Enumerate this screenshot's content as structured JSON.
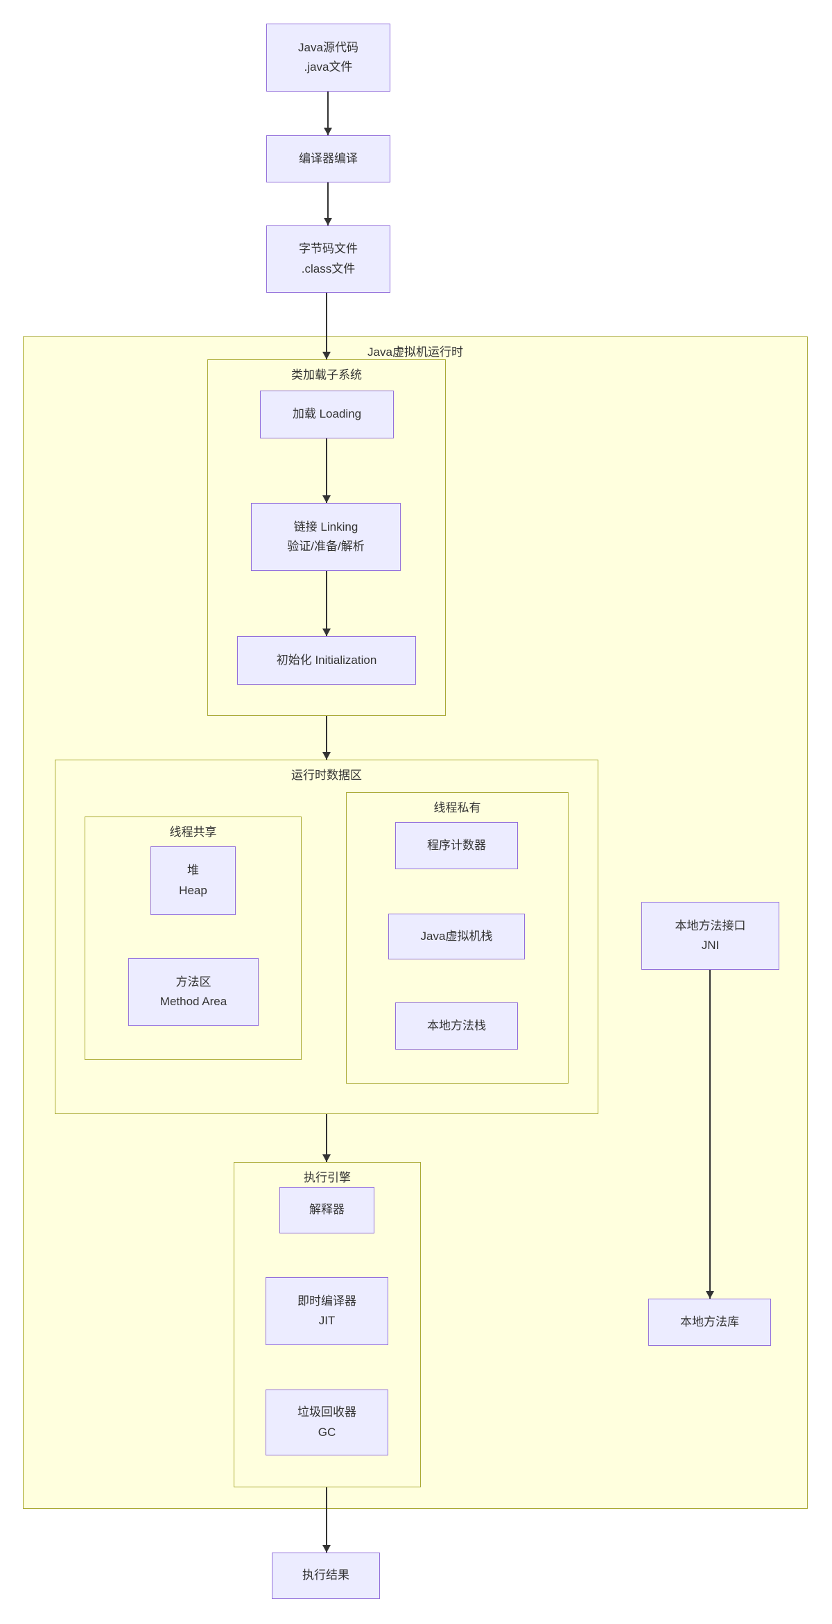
{
  "diagram": {
    "title": "JVM architecture flowchart",
    "colors": {
      "background": "#FFFFFF",
      "node_fill": "#ECECFF",
      "node_border": "#9370DB",
      "container_fill": "#FFFFDE",
      "container_border": "#AAAA33",
      "arrow": "#333333",
      "text": "#333333"
    },
    "containers": {
      "jvm_runtime": {
        "label": "Java虚拟机运行时"
      },
      "class_loader": {
        "label": "类加载子系统"
      },
      "runtime_data": {
        "label": "运行时数据区"
      },
      "thread_shared": {
        "label": "线程共享"
      },
      "thread_private": {
        "label": "线程私有"
      },
      "exec_engine": {
        "label": "执行引擎"
      }
    },
    "nodes": {
      "java_source": {
        "line1": "Java源代码",
        "line2": ".java文件"
      },
      "compiler": {
        "line1": "编译器编译"
      },
      "bytecode": {
        "line1": "字节码文件",
        "line2": ".class文件"
      },
      "loading": {
        "line1": "加载 Loading"
      },
      "linking": {
        "line1": "链接 Linking",
        "line2": "验证/准备/解析"
      },
      "initialization": {
        "line1": "初始化 Initialization"
      },
      "heap": {
        "line1": "堆",
        "line2": "Heap"
      },
      "method_area": {
        "line1": "方法区",
        "line2": "Method Area"
      },
      "program_counter": {
        "line1": "程序计数器"
      },
      "jvm_stack": {
        "line1": "Java虚拟机栈"
      },
      "native_method_stack": {
        "line1": "本地方法栈"
      },
      "jni": {
        "line1": "本地方法接口",
        "line2": "JNI"
      },
      "interpreter": {
        "line1": "解释器"
      },
      "jit": {
        "line1": "即时编译器",
        "line2": "JIT"
      },
      "gc": {
        "line1": "垃圾回收器",
        "line2": "GC"
      },
      "native_lib": {
        "line1": "本地方法库"
      },
      "result": {
        "line1": "执行结果"
      }
    }
  }
}
